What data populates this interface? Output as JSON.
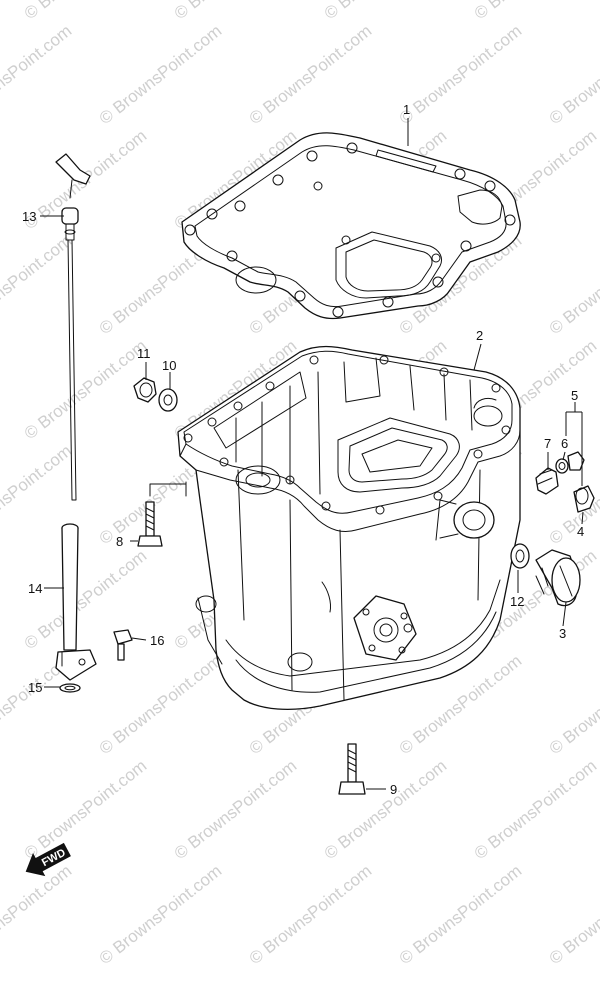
{
  "watermark": {
    "text": "© BrownsPoint.com"
  },
  "fwd_label": "FWD",
  "callouts": [
    {
      "id": "c1",
      "label": "1"
    },
    {
      "id": "c2",
      "label": "2"
    },
    {
      "id": "c3",
      "label": "3"
    },
    {
      "id": "c4",
      "label": "4"
    },
    {
      "id": "c5",
      "label": "5"
    },
    {
      "id": "c6",
      "label": "6"
    },
    {
      "id": "c7",
      "label": "7"
    },
    {
      "id": "c8",
      "label": "8"
    },
    {
      "id": "c9",
      "label": "9"
    },
    {
      "id": "c10",
      "label": "10"
    },
    {
      "id": "c11",
      "label": "11"
    },
    {
      "id": "c12",
      "label": "12"
    },
    {
      "id": "c13",
      "label": "13"
    },
    {
      "id": "c14",
      "label": "14"
    },
    {
      "id": "c15",
      "label": "15"
    },
    {
      "id": "c16",
      "label": "16"
    }
  ]
}
